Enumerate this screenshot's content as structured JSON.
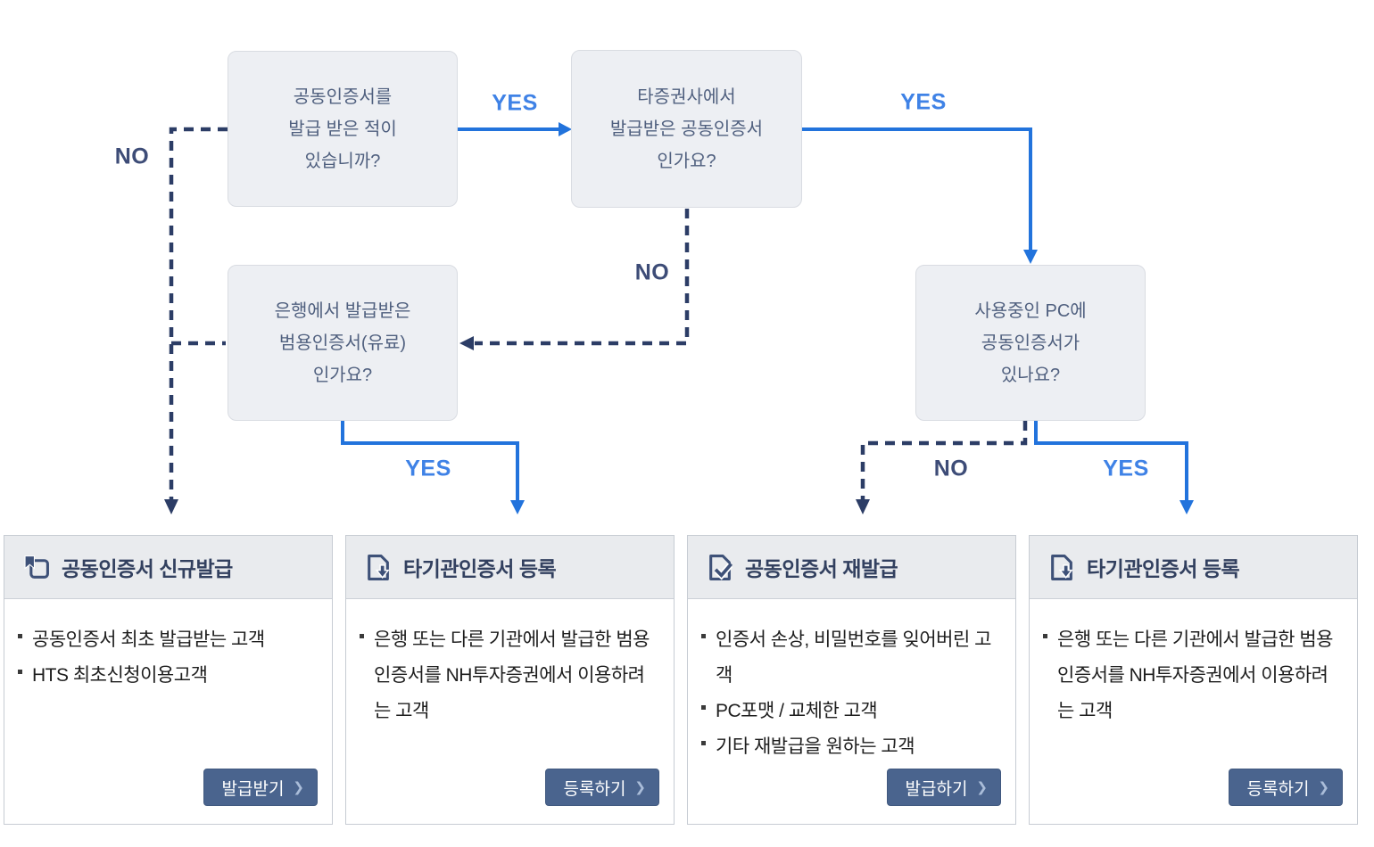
{
  "flow": {
    "boxes": [
      {
        "id": "q1",
        "text": "공동인증서를\n발급 받은 적이\n있습니까?"
      },
      {
        "id": "q2",
        "text": "타증권사에서\n발급받은 공동인증서\n인가요?"
      },
      {
        "id": "q3",
        "text": "은행에서 발급받은\n범용인증서(유료)\n인가요?"
      },
      {
        "id": "q4",
        "text": "사용중인 PC에\n공동인증서가\n있나요?"
      }
    ],
    "labels": {
      "yes1": "YES",
      "yes2": "YES",
      "yes3": "YES",
      "yes4": "YES",
      "no1": "NO",
      "no2": "NO",
      "no3": "NO"
    }
  },
  "cards": [
    {
      "icon": "new-certificate-icon",
      "title": "공동인증서 신규발급",
      "bullets": [
        "공동인증서 최초 발급받는 고객",
        "HTS 최초신청이용고객"
      ],
      "button_label": "발급받기"
    },
    {
      "icon": "register-other-cert-icon",
      "title": "타기관인증서 등록",
      "bullets": [
        "은행 또는 다른 기관에서 발급한 범용인증서를 NH투자증권에서 이용하려는 고객"
      ],
      "button_label": "등록하기"
    },
    {
      "icon": "reissue-certificate-icon",
      "title": "공동인증서 재발급",
      "bullets": [
        "인증서 손상, 비밀번호를 잊어버린 고객",
        "PC포맷 / 교체한 고객",
        "기타 재발급을 원하는 고객"
      ],
      "button_label": "발급하기"
    },
    {
      "icon": "register-other-cert-icon",
      "title": "타기관인증서 등록",
      "bullets": [
        "은행 또는 다른 기관에서 발급한 범용인증서를 NH투자증권에서 이용하려는 고객"
      ],
      "button_label": "등록하기"
    }
  ],
  "icons": {
    "chevron": "❯"
  },
  "colors": {
    "yes_line": "#2273dc",
    "yes_label": "#3f82e6",
    "no_line": "#2c3d66",
    "no_label": "#3d4c77",
    "box_bg": "#edeff3",
    "box_border": "#d9dce2",
    "box_text": "#50607f",
    "card_border": "#c7ccd3",
    "card_header_bg": "#e9ebee",
    "card_title": "#32405f",
    "button_bg": "#4a648e",
    "icon_navy": "#3e5178"
  }
}
